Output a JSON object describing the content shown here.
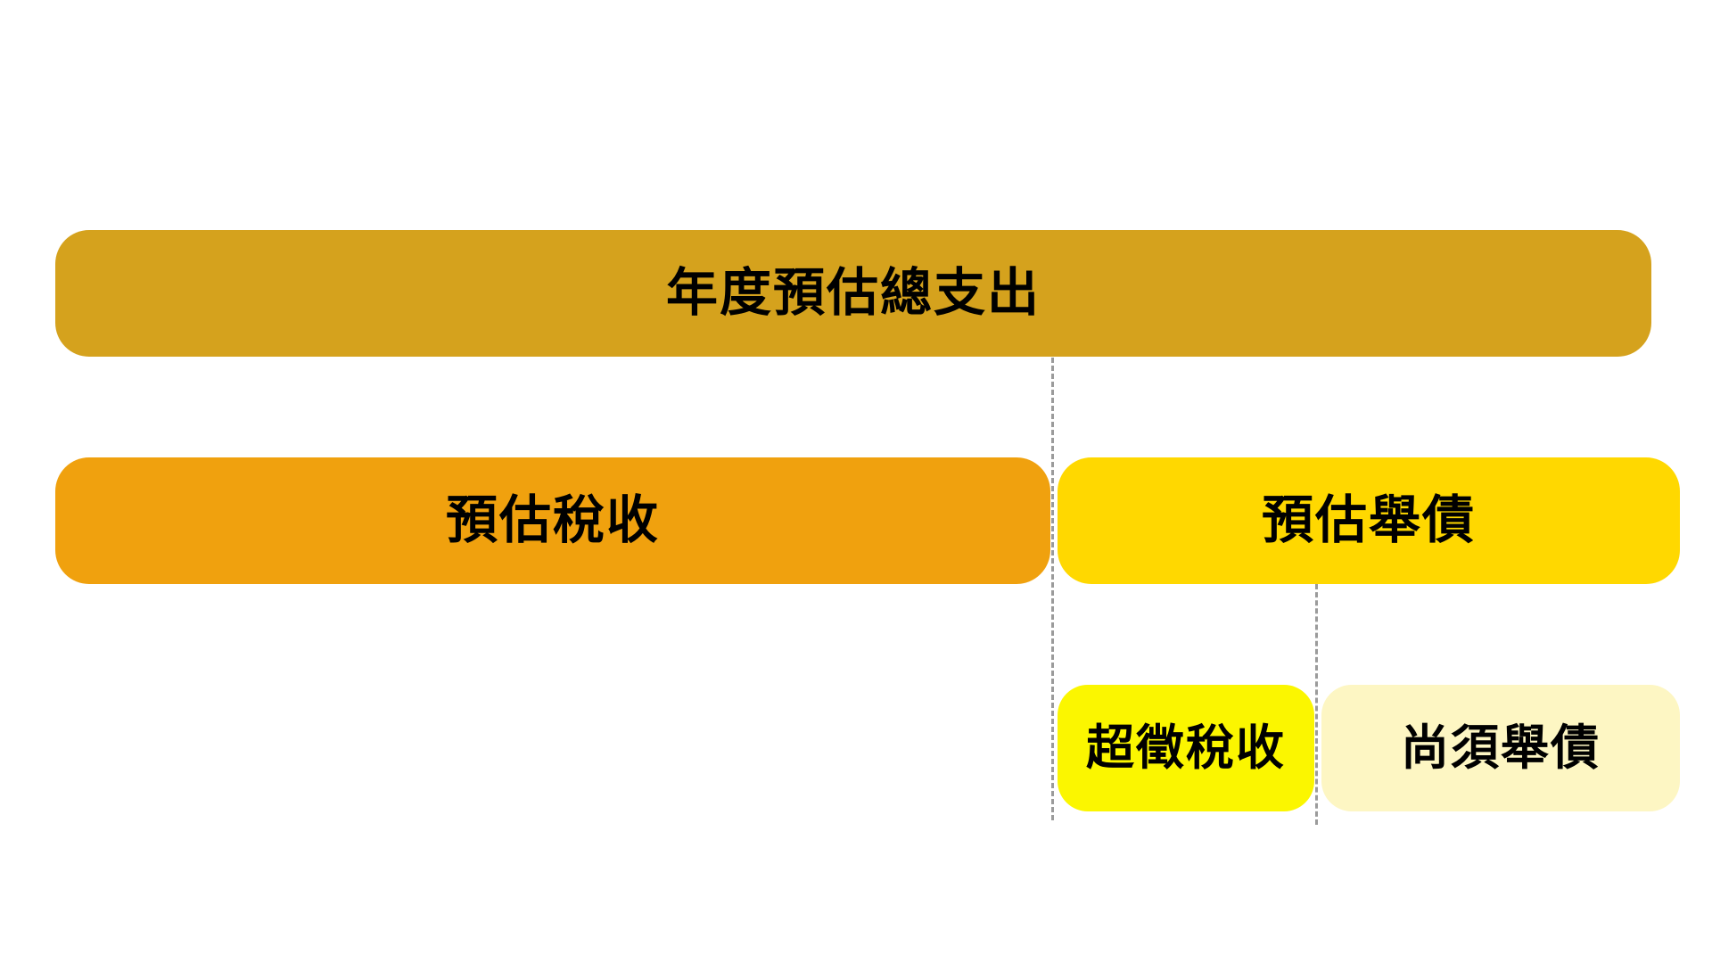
{
  "diagram": {
    "background": "#ffffff",
    "text_color": "#000000",
    "divider_color": "#9b9b9b",
    "bars": {
      "total_expenditure": {
        "label": "年度預估總支出",
        "color": "#d5a21d"
      },
      "estimated_tax": {
        "label": "預估稅收",
        "color": "#f0a10e"
      },
      "estimated_borrowing": {
        "label": "預估舉債",
        "color": "#ffd800"
      },
      "surplus_tax": {
        "label": "超徵稅收",
        "color": "#fbf600"
      },
      "remaining_borrowing": {
        "label": "尚須舉債",
        "color": "#fdf6c3"
      }
    }
  }
}
